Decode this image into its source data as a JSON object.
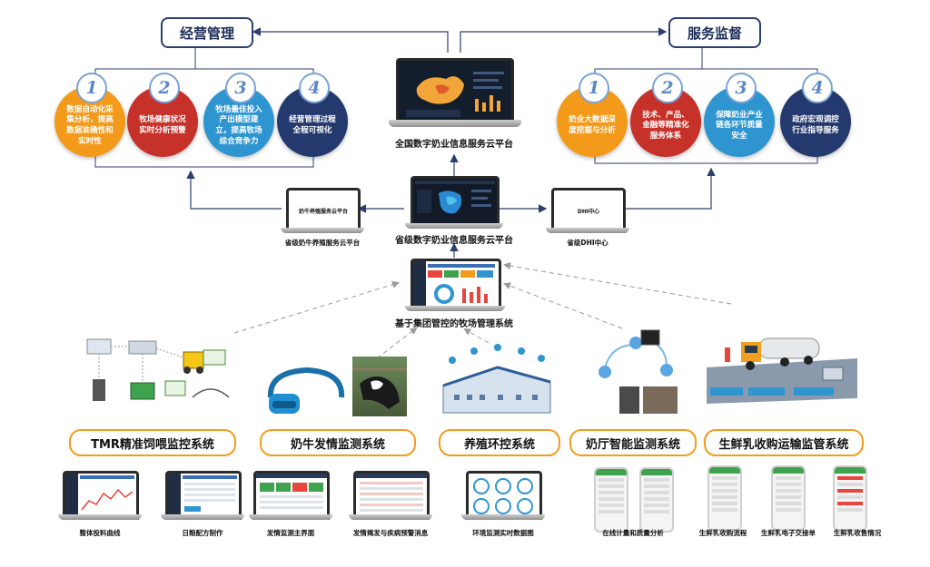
{
  "left_header": "经营管理",
  "right_header": "服务监督",
  "left_items": [
    {
      "number": "1",
      "text": "数据自动化采集分析，提高数据准确性和实时性",
      "color": "#f39a1b"
    },
    {
      "number": "2",
      "text": "牧场健康状况实时分析预警",
      "color": "#c6312a"
    },
    {
      "number": "3",
      "text": "牧场最佳投入产出模型建立，提高牧场综合竞争力",
      "color": "#2f95d1"
    },
    {
      "number": "4",
      "text": "经营管理过程全程可视化",
      "color": "#243a6e"
    }
  ],
  "right_items": [
    {
      "number": "1",
      "text": "奶业大数据深度挖掘与分析",
      "color": "#f39a1b"
    },
    {
      "number": "2",
      "text": "技术、产品、金融等精准化服务体系",
      "color": "#c6312a"
    },
    {
      "number": "3",
      "text": "保障奶业产业链各环节质量安全",
      "color": "#2f95d1"
    },
    {
      "number": "4",
      "text": "政府宏观调控行业指导服务",
      "color": "#243a6e"
    }
  ],
  "platforms": {
    "national": "全国数字奶业信息服务云平台",
    "provincial": "省级数字奶业信息服务云平台",
    "farm": "基于集团管控的牧场管理系统",
    "beef_screen": "奶牛养殖服务云平台",
    "beef_caption": "省级奶牛养殖服务云平台",
    "dhi_screen": "DHI中心",
    "dhi_caption": "省级DHI中心"
  },
  "systems": [
    {
      "label": "TMR精准饲喂监控系统"
    },
    {
      "label": "奶牛发情监测系统"
    },
    {
      "label": "养殖环控系统"
    },
    {
      "label": "奶厅智能监测系统"
    },
    {
      "label": "生鲜乳收购运输监管系统"
    }
  ],
  "bottom_captions": {
    "tmr1": "整体投料曲线",
    "tmr2": "日粮配方制作",
    "estrus1": "发情监测主界面",
    "estrus2": "发情揭发与疾病预警消息",
    "env": "环境监测实时数据图",
    "milking": "在线计量和质量分析",
    "fresh1": "生鲜乳收购流程",
    "fresh2": "生鲜乳电子交接单",
    "fresh3": "生鲜乳收售情况"
  }
}
